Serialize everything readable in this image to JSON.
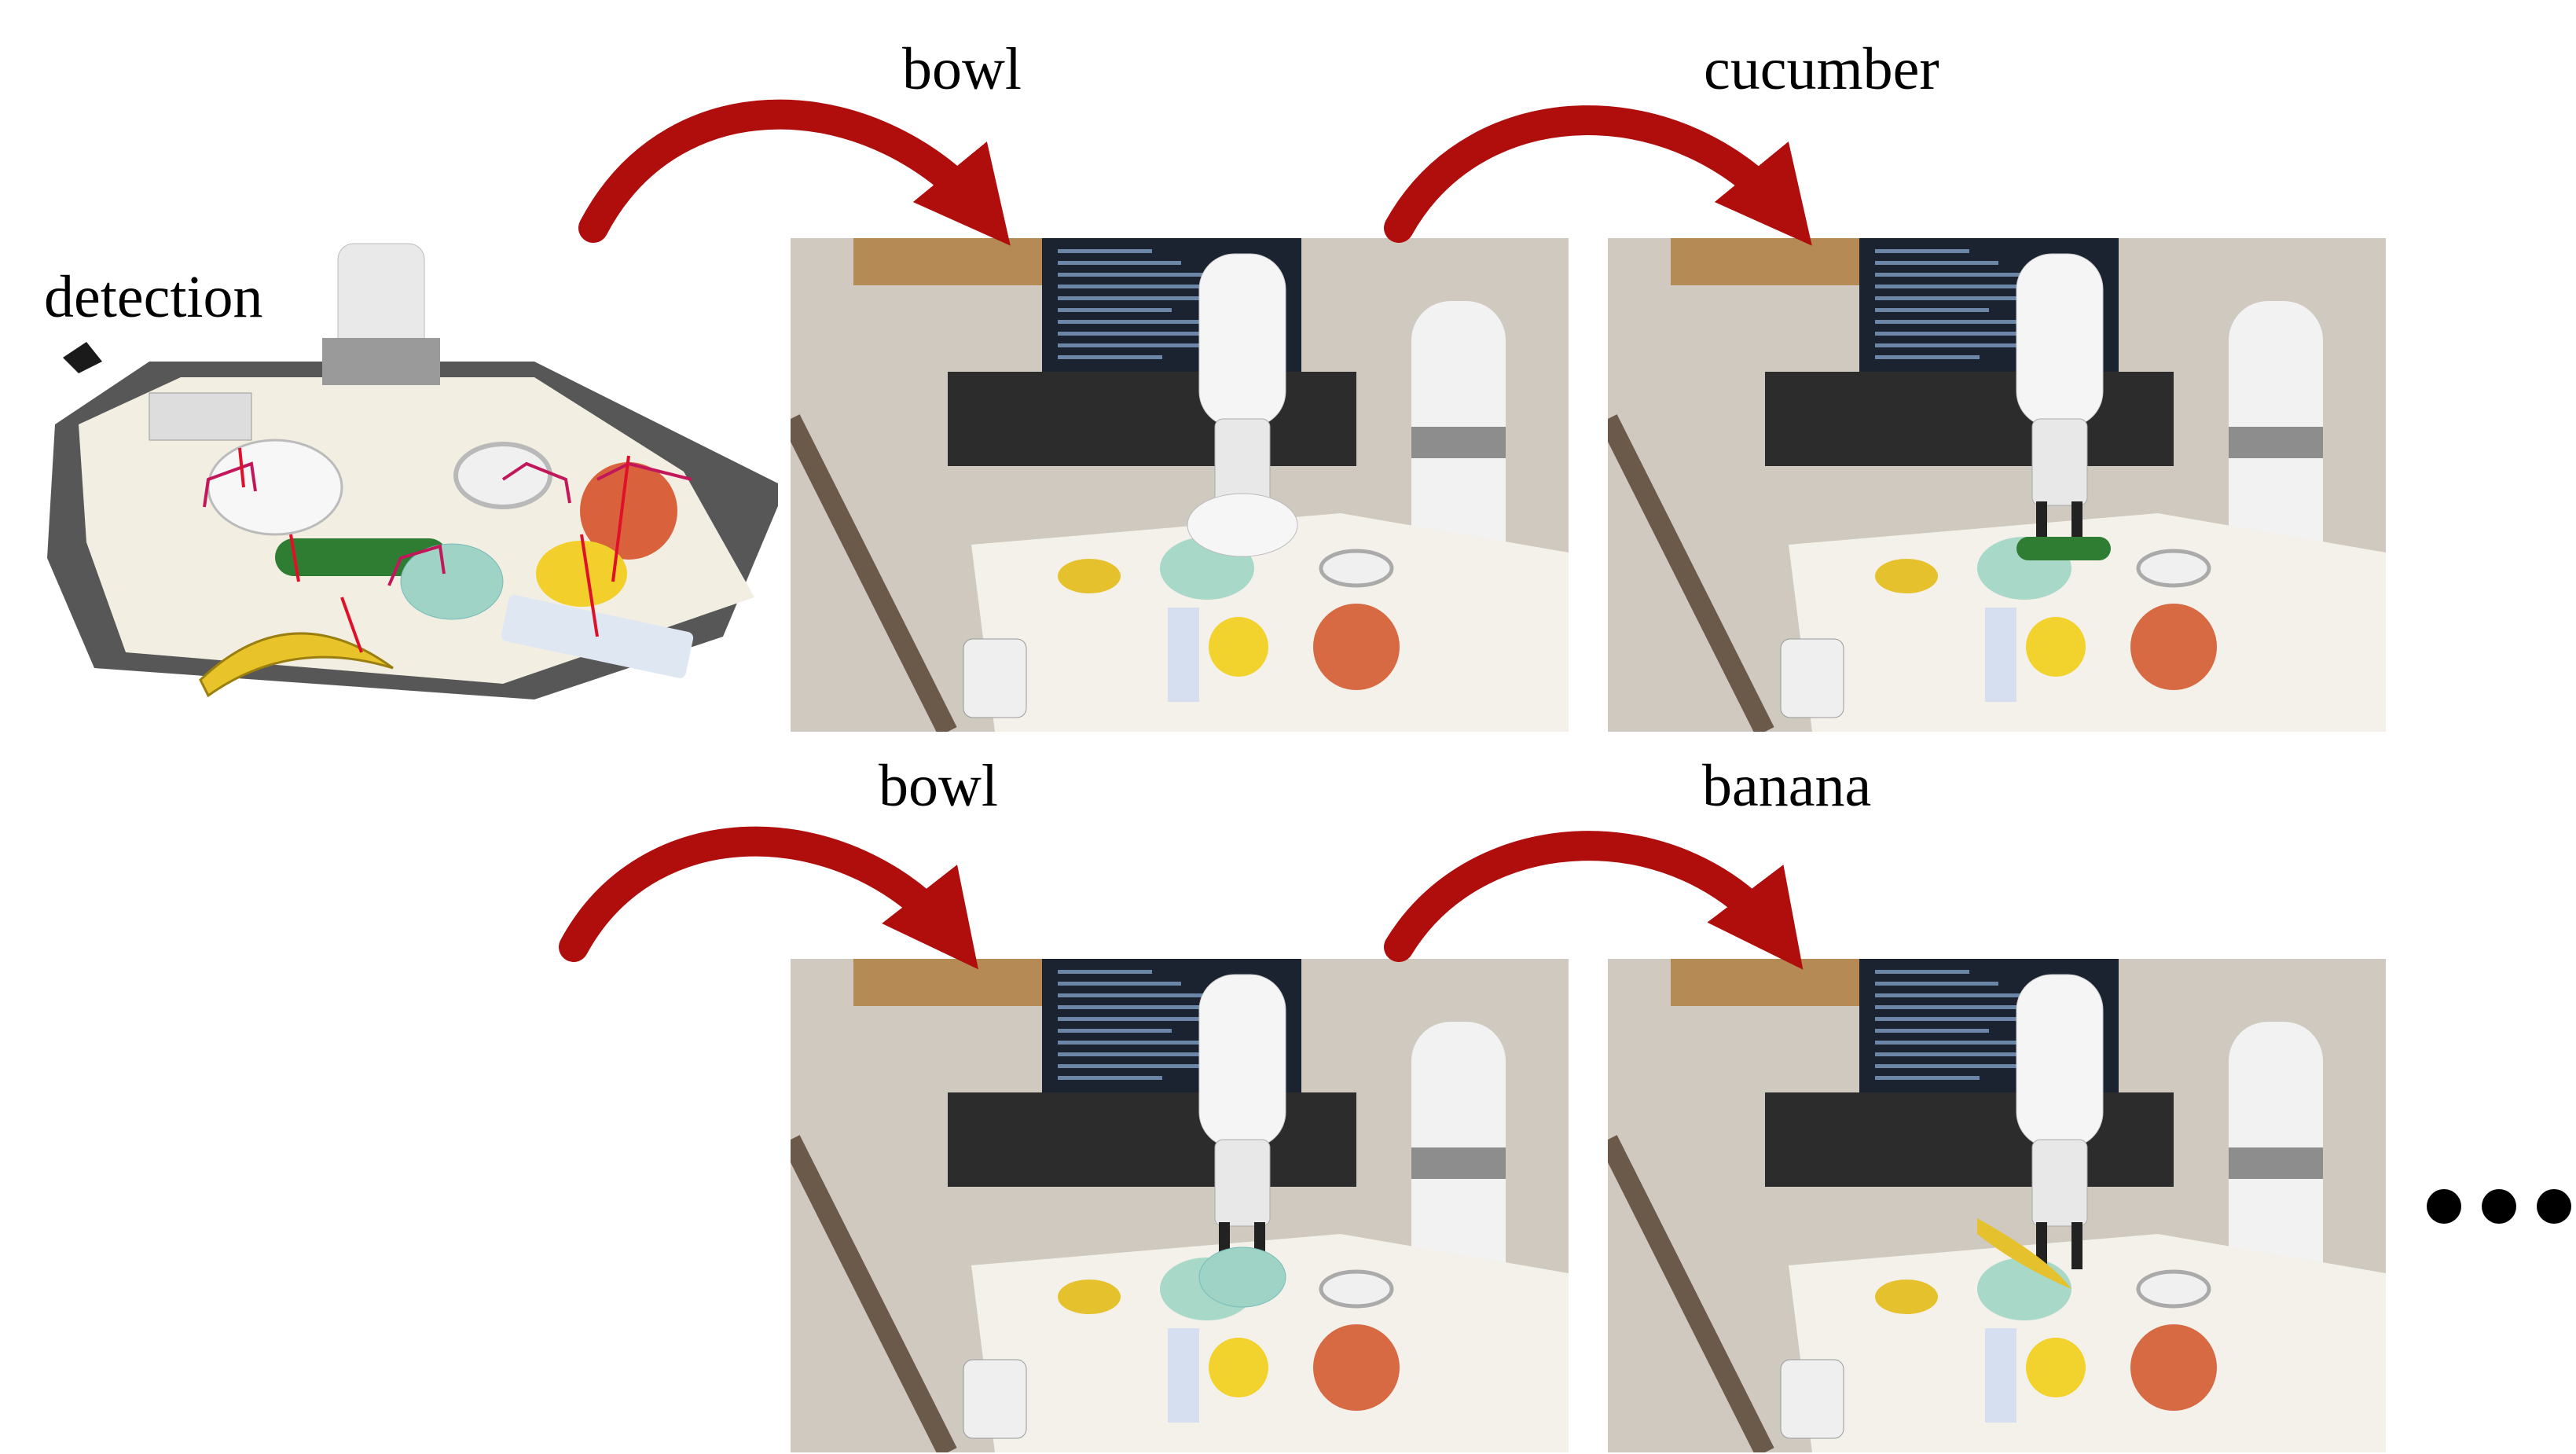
{
  "labels": {
    "detection": "detection",
    "step1": "bowl",
    "step2": "cucumber",
    "step3": "bowl",
    "step4": "banana"
  },
  "colors": {
    "arrow": "#b00d0d",
    "grasp_marks": "#c2185b"
  },
  "icons": {
    "continuation": "ellipsis-dots-icon"
  }
}
